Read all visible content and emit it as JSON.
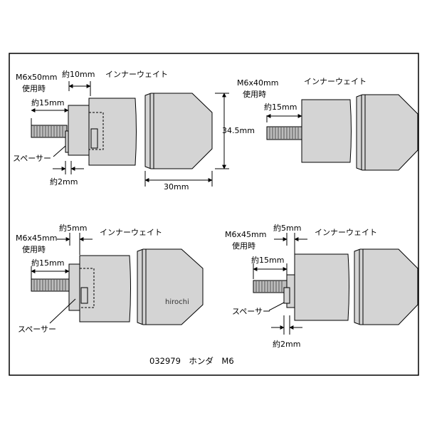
{
  "colors": {
    "fill": "#d4d4d4",
    "stroke": "#000000",
    "background": "#ffffff"
  },
  "panels": [
    {
      "id": "tl",
      "model_line1": "M6x50mm",
      "model_line2": "使用時",
      "inner_weight": "インナーウェイト",
      "thread_length": "約15mm",
      "gap": "約10mm",
      "spacer_label": "スペーサー",
      "spacer_thickness": "約2mm",
      "height": "34.5mm",
      "width": "30mm"
    },
    {
      "id": "tr",
      "model_line1": "M6x40mm",
      "model_line2": "使用時",
      "inner_weight": "インナーウェイト",
      "thread_length": "約15mm"
    },
    {
      "id": "bl",
      "model_line1": "M6x45mm",
      "model_line2": "使用時",
      "inner_weight": "インナーウェイト",
      "thread_length": "約15mm",
      "gap": "約5mm",
      "spacer_label": "スペーサー"
    },
    {
      "id": "br",
      "model_line1": "M6x45mm",
      "model_line2": "使用時",
      "inner_weight": "インナーウェイト",
      "thread_length": "約15mm",
      "gap": "約5mm",
      "spacer_label": "スペーサー",
      "spacer_thickness": "約2mm"
    }
  ],
  "watermark": "hirochi",
  "footer": {
    "caption": "032979　ホンダ　M6"
  }
}
